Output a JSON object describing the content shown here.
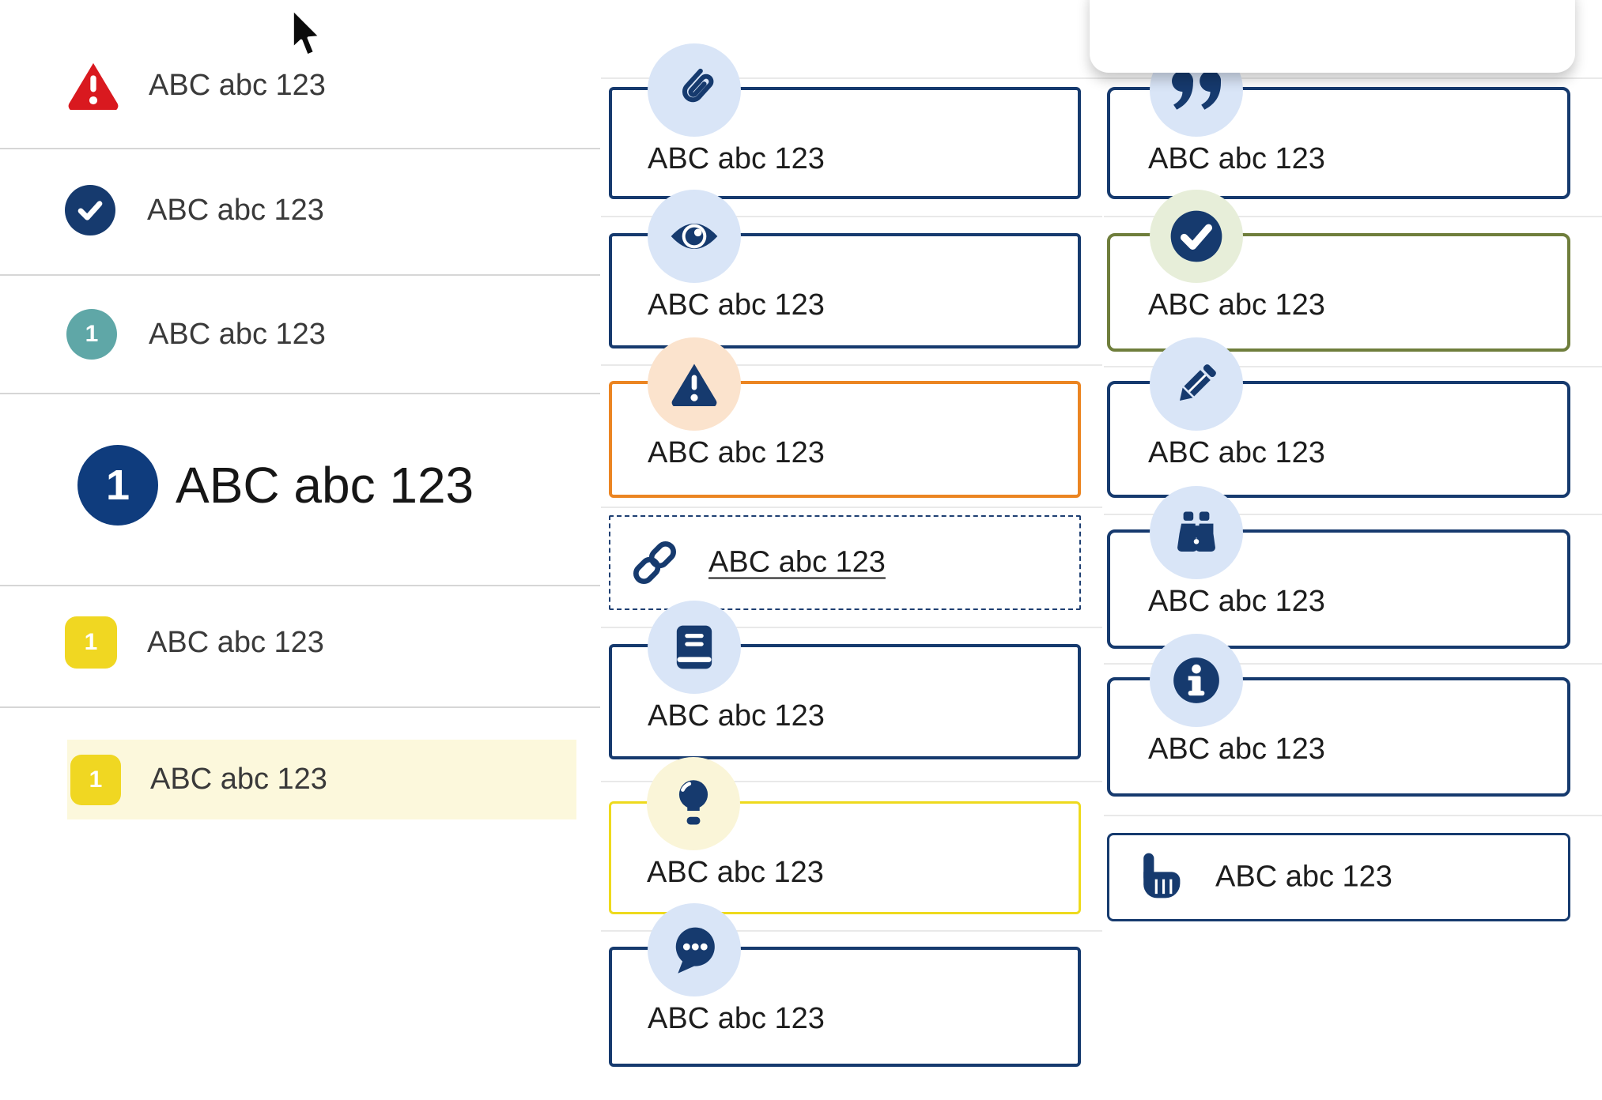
{
  "left_list": {
    "items": [
      {
        "id": "alert",
        "icon": "warning-triangle-red",
        "label": "ABC abc 123"
      },
      {
        "id": "done",
        "icon": "check-circle-navy",
        "label": "ABC abc 123"
      },
      {
        "id": "step-teal",
        "icon": "number-badge-teal",
        "badge": "1",
        "label": "ABC abc 123"
      },
      {
        "id": "step-primary-big",
        "icon": "number-badge-navy",
        "badge": "1",
        "label": "ABC abc 123"
      },
      {
        "id": "step-yellow",
        "icon": "number-chip-yellow",
        "badge": "1",
        "label": "ABC abc 123"
      },
      {
        "id": "step-yellow-selected",
        "icon": "number-chip-yellow",
        "badge": "1",
        "label": "ABC abc 123",
        "highlighted": true
      }
    ]
  },
  "middle_callouts": {
    "items": [
      {
        "icon": "paperclip",
        "style": "navy",
        "label": "ABC abc 123"
      },
      {
        "icon": "eye",
        "style": "navy",
        "label": "ABC abc 123"
      },
      {
        "icon": "warning",
        "style": "orange",
        "label": "ABC abc 123"
      },
      {
        "icon": "link",
        "style": "dashed",
        "label": "ABC abc 123"
      },
      {
        "icon": "book",
        "style": "navy",
        "label": "ABC abc 123"
      },
      {
        "icon": "lightbulb",
        "style": "yellow",
        "label": "ABC abc 123"
      },
      {
        "icon": "chat",
        "style": "navy",
        "label": "ABC abc 123"
      }
    ]
  },
  "right_callouts": {
    "items": [
      {
        "icon": "quote",
        "style": "navy",
        "label": "ABC abc 123"
      },
      {
        "icon": "check",
        "style": "green",
        "label": "ABC abc 123"
      },
      {
        "icon": "pencil",
        "style": "navy",
        "label": "ABC abc 123"
      },
      {
        "icon": "binoculars",
        "style": "navy",
        "label": "ABC abc 123"
      },
      {
        "icon": "info",
        "style": "navy",
        "label": "ABC abc 123"
      },
      {
        "icon": "hand-pointer",
        "style": "navy-plain",
        "label": "ABC abc 123"
      }
    ]
  },
  "colors": {
    "navy": "#163a6e",
    "navy_fill": "#0f3c7d",
    "light_blue_circle": "#d9e5f7",
    "peach_circle": "#fbe3cd",
    "pale_yellow_circle": "#faf5d8",
    "pale_green_circle": "#e7eed9",
    "orange_border": "#eb8522",
    "yellow_border": "#eeda1d",
    "olive_border": "#6f7e3c",
    "red": "#d9191f",
    "teal": "#5fa7a7",
    "chip_yellow": "#f0d722",
    "highlight_row": "#fcf8dc"
  }
}
